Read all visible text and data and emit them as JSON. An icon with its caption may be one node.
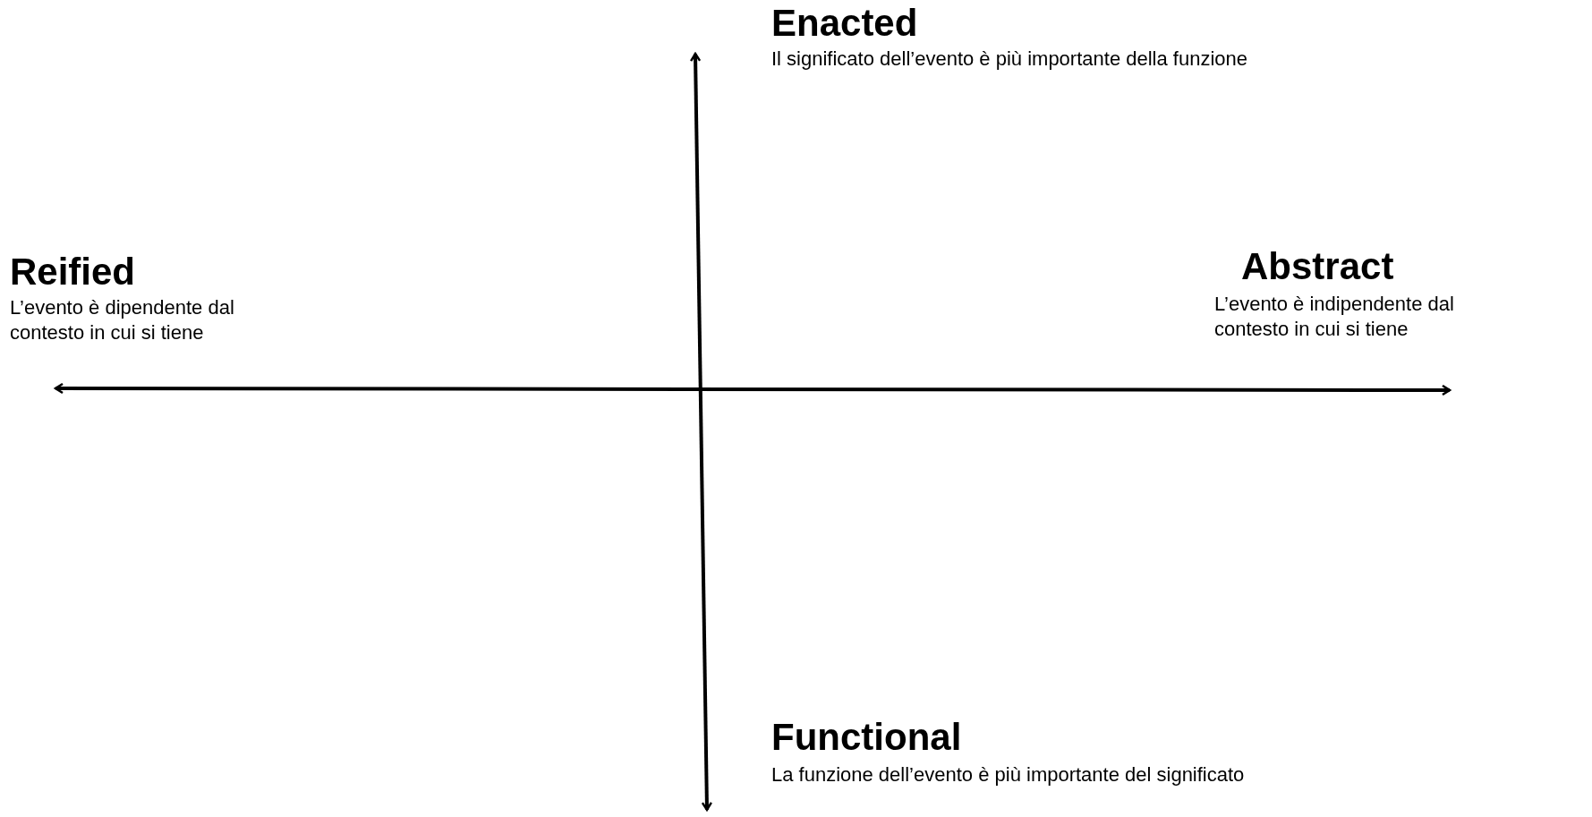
{
  "diagram": {
    "labels": [
      "Enacted",
      "Il significato dell’evento è più importante della funzione",
      "Reified",
      "L’evento è dipendente dal contesto in cui si tiene",
      "Abstract",
      "L’evento è indipendente dal contesto in cui si tiene",
      "Functional",
      "La funzione dell’evento è più importante del significato"
    ]
  }
}
